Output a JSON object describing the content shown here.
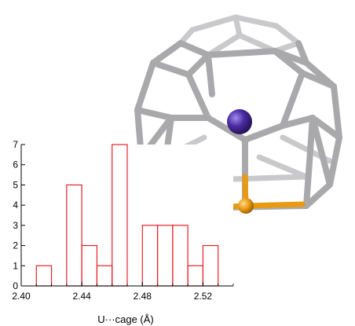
{
  "chart_data": {
    "type": "bar",
    "bins": [
      [
        2.41,
        2.42
      ],
      [
        2.43,
        2.44
      ],
      [
        2.44,
        2.45
      ],
      [
        2.45,
        2.46
      ],
      [
        2.46,
        2.47
      ],
      [
        2.48,
        2.49
      ],
      [
        2.49,
        2.5
      ],
      [
        2.5,
        2.51
      ],
      [
        2.51,
        2.52
      ],
      [
        2.52,
        2.53
      ]
    ],
    "values": [
      1,
      5,
      2,
      1,
      7,
      3,
      3,
      3,
      1,
      2
    ],
    "xlabel": "U···cage (Å)",
    "ylabel": "",
    "xlim": [
      2.4,
      2.54
    ],
    "ylim": [
      0,
      7
    ],
    "xticks": [
      2.4,
      2.44,
      2.48,
      2.52
    ],
    "xtick_labels": [
      "2.40",
      "2.44",
      "2.48",
      "2.52"
    ],
    "yticks": [
      0,
      1,
      2,
      3,
      4,
      5,
      6,
      7
    ],
    "ytick_labels": [
      "0",
      "1",
      "2",
      "3",
      "4",
      "5",
      "6",
      "7"
    ],
    "grid": false,
    "bar_color": "#e8222b",
    "axis_color": "#000000"
  },
  "molecule": {
    "cage_color": "#a9a9ab",
    "metal_color": "#4a2ba0",
    "bridge_color": "#e89a12"
  }
}
